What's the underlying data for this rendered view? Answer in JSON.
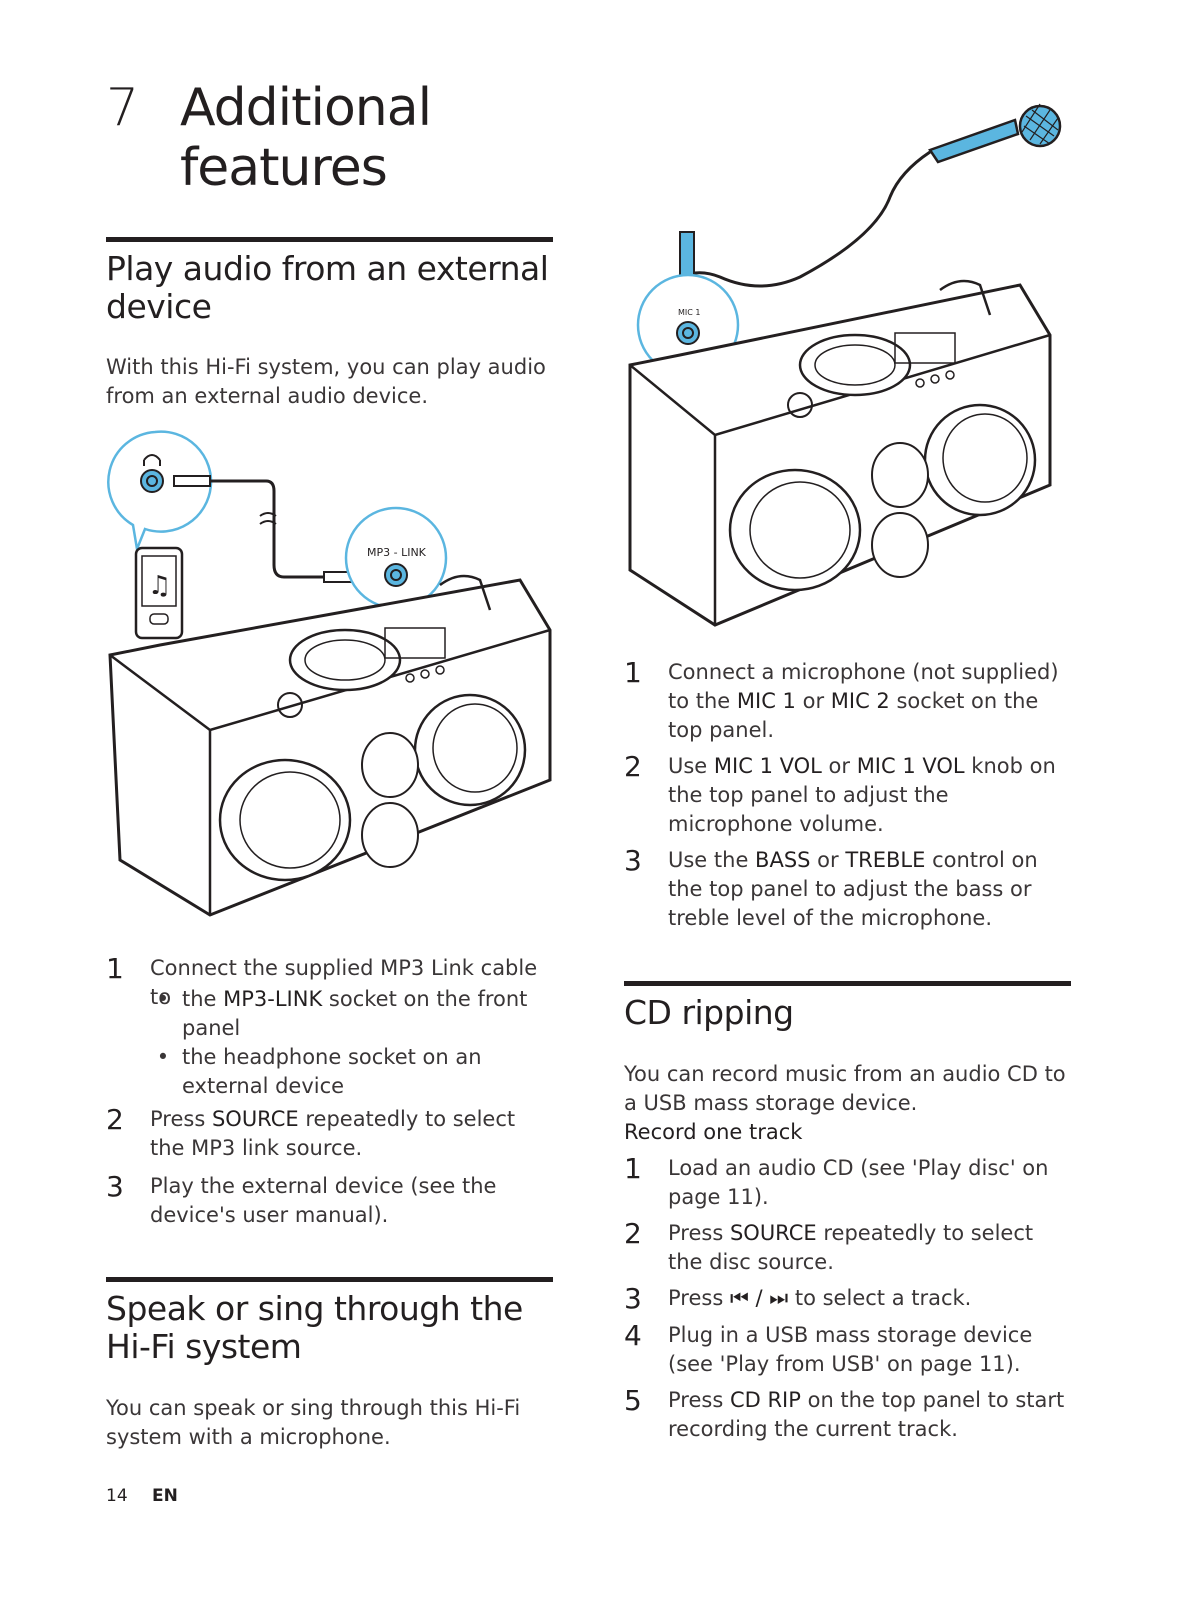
{
  "chapter": {
    "number": "7",
    "title": "Additional features"
  },
  "sections": {
    "external": {
      "heading": "Play audio from an external device",
      "intro": "With this Hi-Fi system, you can play audio from an external audio device.",
      "figure": {
        "mp3_label": "MP3 - LINK"
      },
      "step1": {
        "num": "1",
        "text": "Connect the supplied MP3 Link cable to"
      },
      "bullet1": {
        "pre": "the ",
        "bold": "MP3-LINK",
        "post": " socket on the front panel"
      },
      "bullet2": {
        "text": "the headphone socket on an external device"
      },
      "step2": {
        "num": "2",
        "pre": "Press ",
        "bold": "SOURCE",
        "post": " repeatedly to select the MP3 link source."
      },
      "step3": {
        "num": "3",
        "text": "Play the external device (see the device's user manual)."
      }
    },
    "sing": {
      "heading": "Speak or sing through the Hi-Fi system",
      "intro": "You can speak or sing through this Hi-Fi system with a microphone.",
      "figure": {
        "mic_label": "MIC 1"
      },
      "step1": {
        "num": "1",
        "pre": "Connect a microphone (not supplied) to the ",
        "b1": "MIC 1",
        "mid": " or ",
        "b2": "MIC 2",
        "post": " socket on the top panel."
      },
      "step2": {
        "num": "2",
        "pre": "Use ",
        "b1": "MIC 1 VOL",
        "mid": " or ",
        "b2": "MIC 1 VOL",
        "post": " knob on the top panel to adjust the microphone volume."
      },
      "step3": {
        "num": "3",
        "pre": "Use the ",
        "b1": "BASS",
        "mid": " or ",
        "b2": "TREBLE",
        "post": " control on the top panel to adjust the bass or treble level of the microphone."
      }
    },
    "cd": {
      "heading": "CD ripping",
      "intro": "You can record music from an audio CD to a USB mass storage device.",
      "subheading": "Record one track",
      "step1": {
        "num": "1",
        "text": "Load an audio CD (see 'Play disc' on page 11)."
      },
      "step2": {
        "num": "2",
        "pre": "Press ",
        "bold": "SOURCE",
        "post": " repeatedly to select the disc source."
      },
      "step3": {
        "num": "3",
        "pre": "Press ",
        "bold": "⏮ / ⏭",
        "post": " to select a track."
      },
      "step4": {
        "num": "4",
        "text": "Plug in a USB mass storage device (see 'Play from USB' on page 11)."
      },
      "step5": {
        "num": "5",
        "pre": "Press ",
        "bold": "CD RIP",
        "post": " on the top panel to start recording the current track."
      }
    }
  },
  "footer": {
    "page": "14",
    "lang": "EN"
  },
  "colors": {
    "accent_blue": "#5bb6e0",
    "line": "#231f20"
  }
}
